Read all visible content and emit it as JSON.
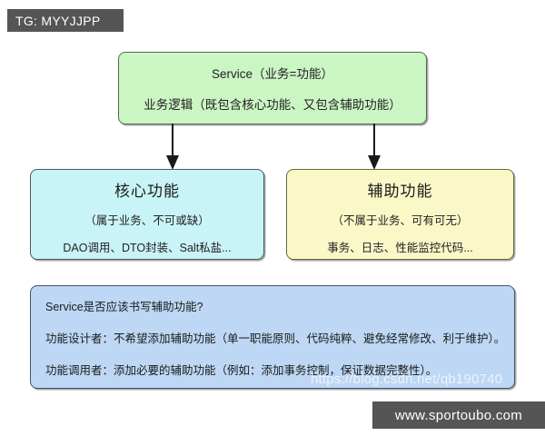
{
  "overlays": {
    "top_tag": "TG: MYYJJPP",
    "bottom_tag": "www.sportoubo.com",
    "blog_watermark": "https://blog.csdn.net/qb190740"
  },
  "diagram": {
    "type": "flowchart",
    "root": {
      "id": "service",
      "line1": "Service（业务=功能）",
      "line2": "业务逻辑（既包含核心功能、又包含辅助功能）",
      "color": "#ccf5c4"
    },
    "children": [
      {
        "id": "core",
        "title": "核心功能",
        "subtitle": "（属于业务、不可或缺）",
        "items": "DAO调用、DTO封装、Salt私盐...",
        "color": "#c9f4f7"
      },
      {
        "id": "aux",
        "title": "辅助功能",
        "subtitle": "（不属于业务、可有可无）",
        "items": "事务、日志、性能监控代码...",
        "color": "#fbf8c8"
      }
    ],
    "note": {
      "id": "note",
      "color": "#bdd7f4",
      "lines": [
        "Service是否应该书写辅助功能?",
        "功能设计者：不希望添加辅助功能（单一职能原则、代码纯粹、避免经常修改、利于维护）。",
        "功能调用者：添加必要的辅助功能（例如：添加事务控制，保证数据完整性）。"
      ]
    },
    "arrows": [
      {
        "id": "service-to-core",
        "from": "service",
        "to": "core"
      },
      {
        "id": "service-to-aux",
        "from": "service",
        "to": "aux"
      }
    ]
  }
}
